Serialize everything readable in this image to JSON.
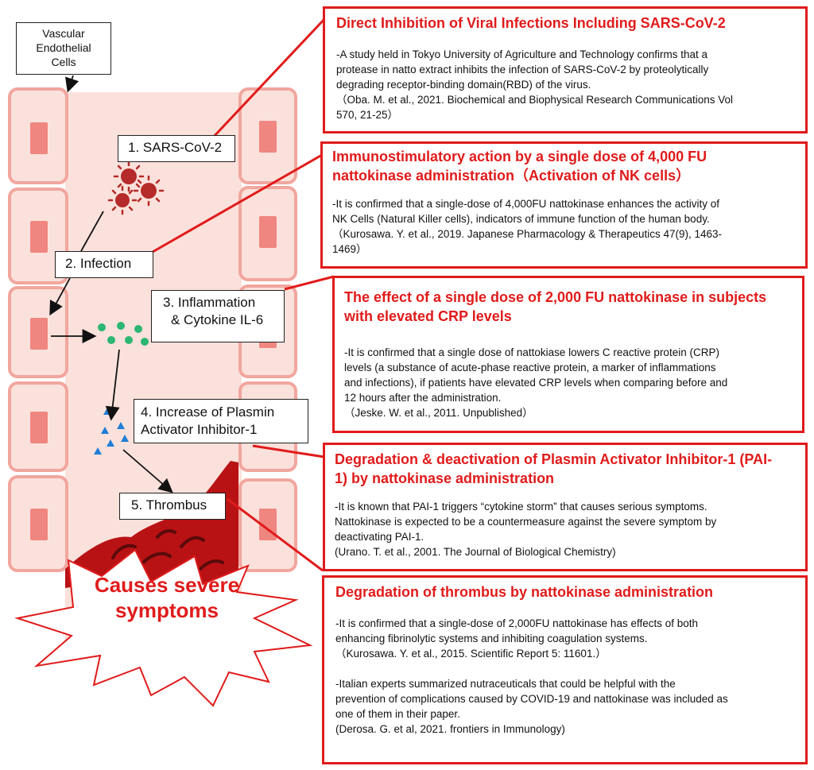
{
  "diagram": {
    "vascular_label": [
      "Vascular",
      "Endothelial",
      "Cells"
    ],
    "steps": {
      "s1": "1. SARS-CoV-2",
      "s2": "2. Infection",
      "s3_line1": "3. Inflammation",
      "s3_line2": "& Cytokine IL-6",
      "s4_line1": "4. Increase of Plasmin",
      "s4_line2": "Activator Inhibitor-1",
      "s5": "5. Thrombus"
    },
    "severe": [
      "Causes severe",
      "symptoms"
    ]
  },
  "boxes": [
    {
      "title": [
        "Direct Inhibition of Viral Infections Including SARS-CoV-2"
      ],
      "paragraphs": [
        [
          "-A study held in Tokyo University of Agriculture and Technology confirms that a",
          "protease in natto extract inhibits the infection of SARS-CoV-2 by proteolytically",
          "degrading receptor-binding domain(RBD) of the virus.",
          "（Oba. M. et al., 2021. Biochemical and Biophysical Research Communications Vol",
          "570, 21-25）"
        ]
      ]
    },
    {
      "title": [
        "Immunostimulatory action by a single dose of 4,000 FU",
        "nattokinase administration（Activation of NK cells）"
      ],
      "paragraphs": [
        [
          "-It is confirmed that a single-dose of 4,000FU nattokinase enhances the activity of",
          "NK Cells (Natural Killer cells), indicators of immune function of the human body.",
          "（Kurosawa. Y. et al., 2019. Japanese Pharmacology & Therapeutics 47(9), 1463-",
          "1469）"
        ]
      ]
    },
    {
      "title": [
        "The effect of a single dose of 2,000 FU nattokinase in subjects",
        "with elevated CRP levels"
      ],
      "paragraphs": [
        [
          "-It is confirmed that a single dose of nattokiase lowers C reactive protein (CRP)",
          "levels (a substance of acute-phase reactive protein, a marker of inflammations",
          "and infections), if patients have elevated CRP levels when comparing before and",
          "12 hours after the administration.",
          "（Jeske. W. et al., 2011. Unpublished）"
        ]
      ]
    },
    {
      "title": [
        "Degradation & deactivation of Plasmin Activator Inhibitor-1 (PAI-",
        "1) by nattokinase administration"
      ],
      "paragraphs": [
        [
          "-It is known that PAI-1 triggers “cytokine storm” that causes serious symptoms.",
          "Nattokinase is expected to be a countermeasure against the severe symptom by",
          "deactivating PAI-1.",
          "(Urano. T. et al., 2001. The Journal of Biological Chemistry)"
        ]
      ]
    },
    {
      "title": [
        "Degradation of thrombus by nattokinase administration"
      ],
      "paragraphs": [
        [
          "-It is confirmed that a single-dose of 2,000FU nattokinase has effects of both",
          "enhancing fibrinolytic systems and inhibiting coagulation systems.",
          "（Kurosawa. Y. et al., 2015. Scientific Report 5: 11601.）"
        ],
        [
          "-Italian experts summarized nutraceuticals that could be helpful with the",
          "prevention of complications caused by COVID-19 and nattokinase was included as",
          "one of them in their paper.",
          "(Derosa. G. et al, 2021. frontiers in Immunology)"
        ]
      ]
    }
  ]
}
